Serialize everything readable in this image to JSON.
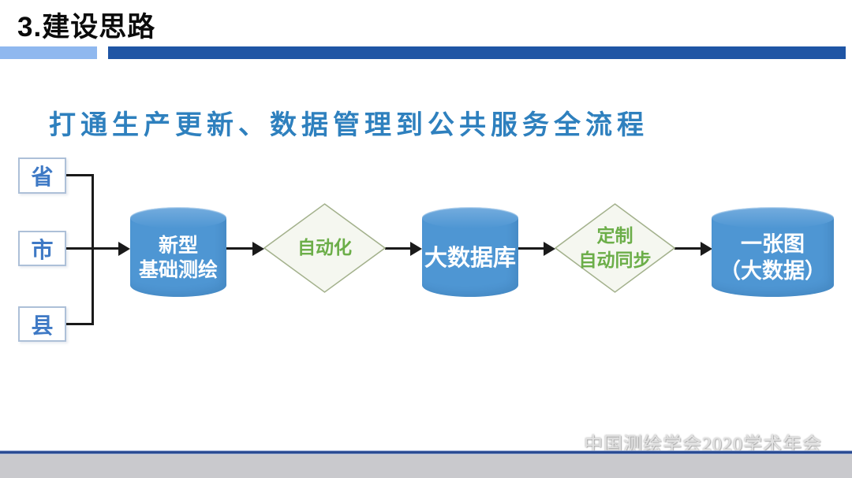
{
  "colors": {
    "bar_light": "#8FB8EF",
    "bar_dark": "#1F55A5",
    "heading_blue": "#2E80BE",
    "box_text": "#3E79C5",
    "box_border": "#ADC0D8",
    "line_black": "#1A1A1A",
    "cylinder_fill": "#4E96D3",
    "cylinder_top": "#74ACDE",
    "diamond_fill": "#F5F7F0",
    "diamond_border": "#A3B18C",
    "diamond_text": "#6CAE49",
    "bottom_line": "#2B4C93",
    "bottom_bar": "#C9C9CD"
  },
  "header": {
    "title": "3.建设思路"
  },
  "heading": {
    "text": "打通生产更新、数据管理到公共服务全流程"
  },
  "flowchart": {
    "sources": [
      {
        "label": "省"
      },
      {
        "label": "市"
      },
      {
        "label": "县"
      }
    ],
    "nodes": [
      {
        "shape": "cylinder",
        "lines": [
          "新型",
          "基础测绘"
        ]
      },
      {
        "shape": "diamond",
        "lines": [
          "自动化"
        ]
      },
      {
        "shape": "cylinder",
        "lines": [
          "大数据库"
        ]
      },
      {
        "shape": "diamond",
        "lines": [
          "定制",
          "自动同步"
        ]
      },
      {
        "shape": "cylinder",
        "lines": [
          "一张图",
          "（大数据）"
        ]
      }
    ]
  },
  "footer": {
    "credit": "中国测绘学会2020学术年会"
  }
}
